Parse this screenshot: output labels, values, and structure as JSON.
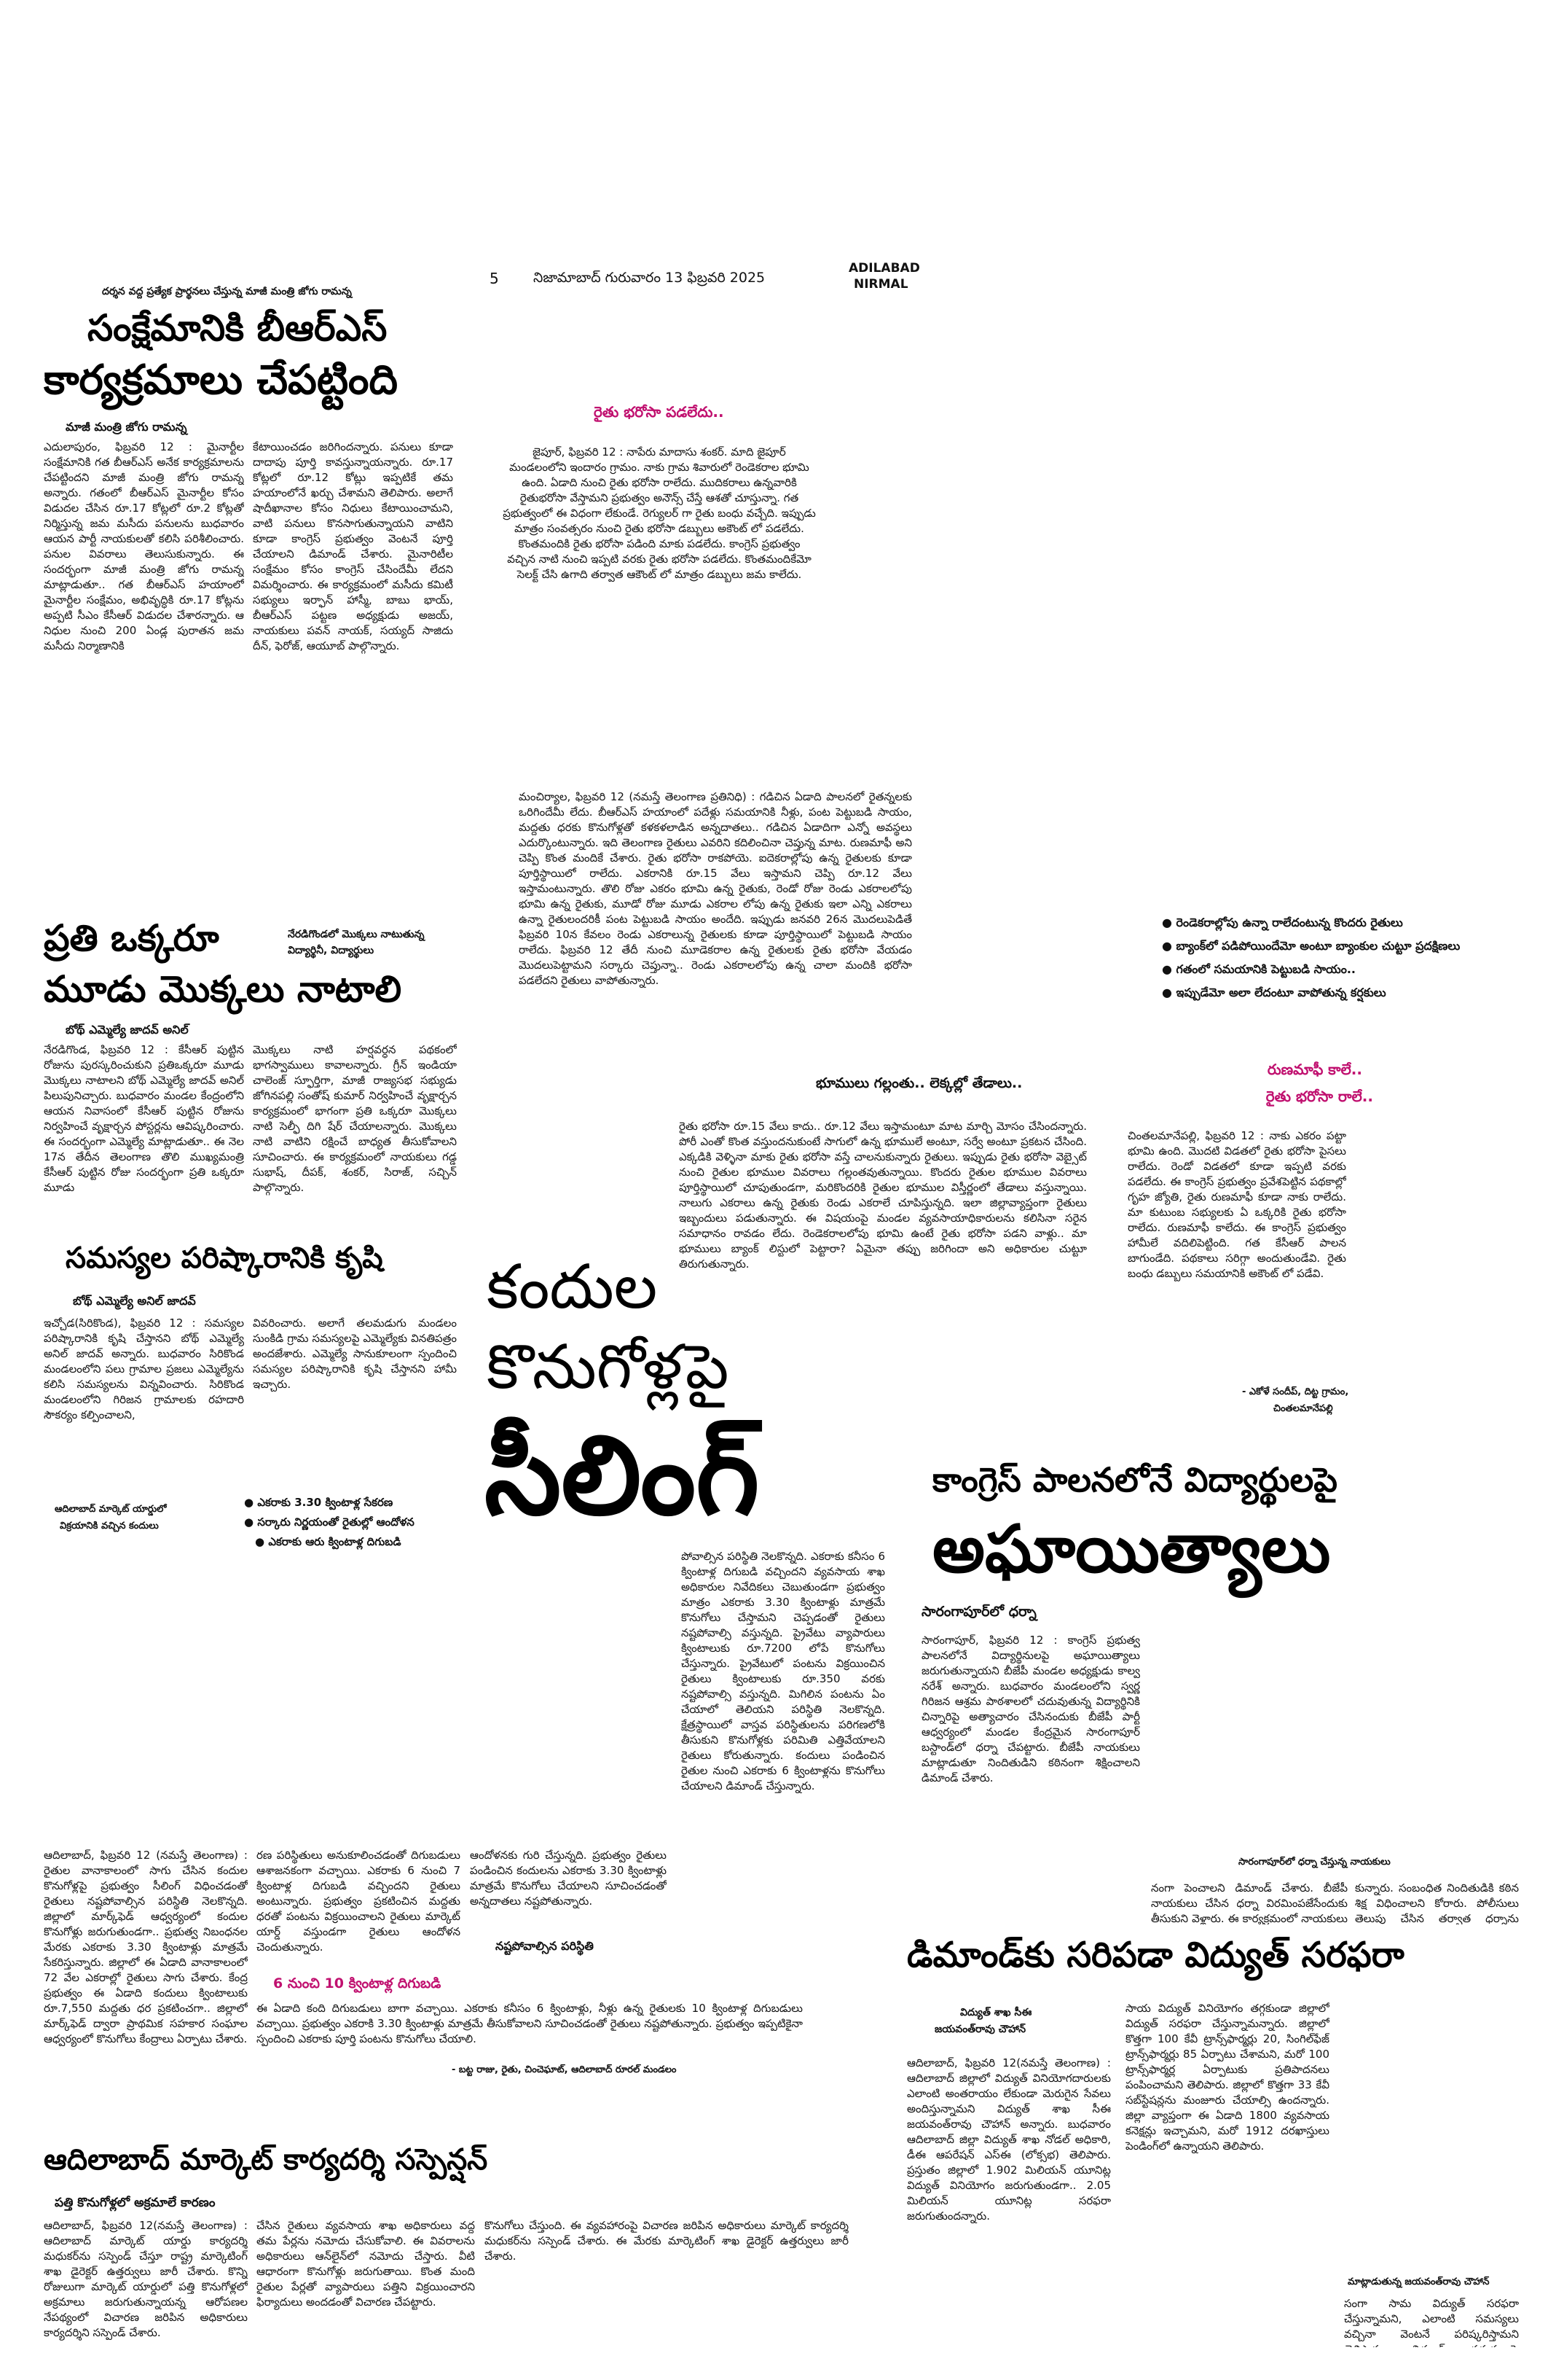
{
  "masthead": {
    "page_no": "5",
    "date_line": "నిజామాబాద్ గురువారం 13 ఫిబ్రవరి 2025",
    "edition_line1": "ADILABAD",
    "edition_line2": "NIRMAL"
  },
  "story1": {
    "kicker": "దర్శన వద్ద ప్రత్యేక ప్రార్థనలు చేస్తున్న మాజీ మంత్రి జోగు రామన్న",
    "headline1": "సంక్షేమానికి బీఆర్ఎస్",
    "headline2": "కార్యక్రమాలు చేపట్టింది",
    "byline": "మాజీ మంత్రి జోగు రామన్న",
    "col1": "ఎదులాపురం, ఫిబ్రవరి 12 : మైనార్టీల సంక్షేమానికి గత బీఆర్ఎస్ అనేక కార్యక్రమాలను చేపట్టిందని మాజీ మంత్రి జోగు రామన్న అన్నారు. గతంలో బీఆర్ఎస్ మైనార్టీల కోసం విడుదల చేసిన రూ.17 కోట్లలో రూ.2 కోట్లతో నిర్మిస్తున్న జమ మసీదు పనులను బుధవారం ఆయన పార్టీ నాయకులతో కలిసి పరిశీలించారు. పనుల వివరాలు తెలుసుకున్నారు. ఈ సందర్భంగా మాజీ మంత్రి జోగు రామన్న మాట్లాడుతూ.. గత బీఆర్ఎస్ హయాంలో మైనార్టీల సంక్షేమం, అభివృద్ధికి రూ.17 కోట్లను అప్పటి సీఎం కేసీఆర్ విడుదల చేశారన్నారు. ఆ నిధుల నుంచి 200 ఏండ్ల పురాతన జమ మసీదు నిర్మాణానికి",
    "col2": "కేటాయించడం జరిగిందన్నారు. పనులు కూడా దాదాపు పూర్తి కావస్తున్నాయన్నారు. రూ.17 కోట్లలో రూ.12 కోట్లు ఇప్పటికే తమ హయాంలోనే ఖర్చు చేశామని తెలిపారు. అలాగే షాదీఖానాల కోసం నిధులు కేటాయించామని, వాటి పనులు కొనసాగుతున్నాయని వాటిని కూడా కాంగ్రెస్ ప్రభుత్వం వెంటనే పూర్తి చేయాలని డిమాండ్ చేశారు. మైనారిటీల సంక్షేమం కోసం కాంగ్రెస్ చేసిందేమీ లేదని విమర్శించారు. ఈ కార్యక్రమంలో మసీదు కమిటీ సభ్యులు ఇర్ఫాన్ హాస్మీ, బాబు భాయ్, బీఆర్ఎస్ పట్టణ అధ్యక్షుడు అజయ్, నాయకులు పవన్ నాయక్, సయ్యద్ సాజిదు దీన్, ఫెరోజ్, ఆయూబ్ పాల్గొన్నారు."
  },
  "story2": {
    "kicker": "రైతు భరోసా పడలేదు..",
    "body": "జైపూర్, ఫిబ్రవరి 12 : నాపేరు మాదాసు శంకర్. మాది జైపూర్ మండలంలోని ఇందారం గ్రామం. నాకు గ్రామ శివారులో రెండెకరాల భూమి ఉంది. ఏడాది నుంచి రైతు భరోసా రాలేదు. ముదికరాలు ఉన్నవారికి రైతుభరోసా వేస్తామని ప్రభుత్వం అనౌన్స్ చేస్తే ఆశతో చూస్తున్నా. గత ప్రభుత్వంలో ఈ విధంగా లేకుండే. రెగ్యులర్ గా రైతు బంధు వచ్చేది. ఇప్పుడు మాత్రం సంవత్సరం నుంచి రైతు భరోసా డబ్బులు అకౌంట్ లో పడలేదు. కొంతమందికి రైతు భరోసా పడింది మాకు పడలేదు. కాంగ్రెస్ ప్రభుత్వం వచ్చిన నాటి నుంచి ఇప్పటి వరకు రైతు భరోసా పడలేదు. కొంతమందికేమో సెలక్ట్ చేసి ఉగాది తర్వాత ఆకౌంట్ లో మాత్రం డబ్బులు జమ కాలేదు."
  },
  "story3": {
    "body": "మంచిర్యాల, ఫిబ్రవరి 12 (నమస్తే తెలంగాణ ప్రతినిధి) : గడిచిన ఏడాది పాలనలో రైతన్నలకు ఒరిగిందేమీ లేదు. బీఆర్ఎస్ హయాంలో పదేళ్లు సమయానికి నీళ్లు, పంట పెట్టుబడి సాయం, మద్దతు ధరకు కొనుగోళ్లతో కళకళలాడిన అన్నదాతలు.. గడిచిన ఏడాదిగా ఎన్నో అవస్థలు ఎదుర్కొంటున్నారు. ఇది తెలంగాణ రైతులు ఎవరిని కదిలించినా చెప్తున్న మాట. రుణమాఫీ అని చెప్పి కొంత మందికే చేశారు. రైతు భరోసా రాకపోయె. ఐదెకరాల్లోపు ఉన్న రైతులకు కూడా పూర్తిస్థాయిలో రాలేదు. ఎకరానికి రూ.15 వేలు ఇస్తామని చెప్పి రూ.12 వేలు ఇస్తామంటున్నారు. తొలి రోజు ఎకరం భూమి ఉన్న రైతుకు, రెండో రోజు రెండు ఎకరాలలోపు భూమి ఉన్న రైతుకు, మూడో రోజు మూడు ఎకరాల లోపు ఉన్న రైతుకు ఇలా ఎన్ని ఎకరాలు ఉన్నా రైతులందరికీ పంట పెట్టుబడి సాయం అందేది. ఇప్పుడు జనవరి 26న మొదలుపెడితే ఫిబ్రవరి 10న కేవలం రెండు ఎకరాలున్న రైతులకు కూడా పూర్తిస్థాయిలో పెట్టుబడి సాయం రాలేదు. ఫిబ్రవరి 12 తేదీ నుంచి మూడెకరాల ఉన్న రైతులకు రైతు భరోసా వేయడం మొదలుపెట్టామని సర్కారు చెప్తున్నా.. రెండు ఎకరాలలోపు ఉన్న చాలా మందికి భరోసా పడలేదని రైతులు వాపోతున్నారు."
  },
  "bullets_right": {
    "items": [
      "రెండెకరాల్లోపు ఉన్నా రాలేదంటున్న కొందరు రైతులు",
      "బ్యాంక్‌లో పడిపోయిందేమో అంటూ బ్యాంకుల చుట్టూ ప్రదక్షిణలు",
      "గతంలో సమయానికి పెట్టుబడి సాయం..",
      "ఇప్పుడేమో అలా లేదంటూ వాపోతున్న కర్షకులు"
    ]
  },
  "story3b": {
    "subhead": "భూములు గల్లంతు.. లెక్కల్లో తేడాలు..",
    "body": "రైతు భరోసా రూ.15 వేలు కాదు.. రూ.12 వేలు ఇస్తామంటూ మాట మార్చి మోసం చేసిందన్నారు. పోరీ ఎంతో కొంత వస్తుందనుకుంటే సాగులో ఉన్న భూములే అంటూ, సర్వే అంటూ ప్రకటన చేసింది. ఎక్కడికి వెళ్ళినా మాకు రైతు భరోసా వస్తే చాలనుకున్నారు రైతులు. ఇప్పుడు రైతు భరోసా వెబ్సైట్ నుంచి రైతుల భూముల వివరాలు గల్లంతవుతున్నాయి. కొందరు రైతుల భూముల వివరాలు పూర్తిస్థాయిలో చూపుతుండగా, మరికొందరికి రైతుల భూముల విస్తీర్ణంలో తేడాలు వస్తున్నాయి. నాలుగు ఎకరాలు ఉన్న రైతుకు రెండు ఎకరాలే చూపిస్తున్నది. ఇలా జిల్లావ్యాప్తంగా రైతులు ఇబ్బందులు పడుతున్నారు. ఈ విషయంపై మండల వ్యవసాయాధికారులను కలిసినా సరైన సమాధానం రావడం లేదు. రెండెకరాలలోపు భూమి ఉంటే రైతు భరోసా పడని వాళ్లు.. మా భూములు బ్యాంక్ లిస్టులో పెట్టారా? ఏమైనా తప్పు జరిగిందా అని అధికారుల చుట్టూ తిరుగుతున్నారు."
  },
  "story3c": {
    "kicker1": "రుణమాఫీ కాలే..",
    "kicker2": "రైతు భరోసా రాలే..",
    "body": "చింతలమానేపల్లి, ఫిబ్రవరి 12 : నాకు ఎకరం పట్టా భూమి ఉంది. మొదటి విడతలో రైతు భరోసా పైసలు రాలేదు. రెండో విడతలో కూడా ఇప్పటి వరకు పడలేదు. ఈ కాంగ్రెస్ ప్రభుత్వం ప్రవేశపెట్టిన పథకాల్లో గృహ జ్యోతి, రైతు రుణమాఫీ కూడా నాకు రాలేదు. మా కుటుంబ సభ్యులకు ఏ ఒక్కరికి రైతు భరోసా రాలేదు. రుణమాఫీ కాలేదు. ఈ కాంగ్రెస్ ప్రభుత్వం హామీలే వదిలిపెట్టింది. గత కేసీఆర్ పాలన బాగుండేది. పథకాలు సరిగ్గా అందుతుండేవి. రైతు బంధు డబ్బులు సమయానికి అకౌంట్ లో పడేవి.",
    "sig1": "- ఎకోళే సందీప్, దిట్ట గ్రామం,",
    "sig2": "చింతలమానేపల్లి"
  },
  "story4": {
    "kicker_a": "నేరడిగొండలో మొక్కలు నాటుతున్న",
    "kicker_b": "విద్యార్థినీ, విద్యార్థులు",
    "headline1": "ప్రతి ఒక్కరూ",
    "headline2": "మూడు మొక్కలు నాటాలి",
    "byline": "బోథ్ ఎమ్మెల్యే జాదవ్ అనిల్",
    "col1": "నేరడిగొండ, ఫిబ్రవరి 12 : కేసీఆర్ పుట్టిన రోజును పురస్కరించుకుని ప్రతిఒక్కరూ మూడు మొక్కలు నాటాలని బోథ్ ఎమ్మెల్యే జాదవ్ అనిల్ పిలుపునిచ్చారు. బుధవారం మండల కేంద్రంలోని ఆయన నివాసంలో కేసీఆర్ పుట్టిన రోజును నిర్వహించే వృక్షార్చన పోస్టర్లను ఆవిష్కరించారు. ఈ సందర్భంగా ఎమ్మెల్యే మాట్లాడుతూ.. ఈ నెల 17న తేదీన తెలంగాణ తొలి ముఖ్యమంత్రి కేసీఆర్ పుట్టిన రోజు సందర్భంగా ప్రతి ఒక్కరూ మూడు",
    "col2": "మొక్కలు నాటి హర్షవర్ధన పథకంలో భాగస్వాములు కావాలన్నారు. గ్రీన్ ఇండియా చాలెంజ్ స్ఫూర్తిగా, మాజీ రాజ్యసభ సభ్యుడు జోగినపల్లి సంతోష్ కుమార్ నిర్వహించే వృక్షార్చన కార్యక్రమంలో భాగంగా ప్రతి ఒక్కరూ మొక్కలు నాటి సెల్ఫీ దిగి షేర్ చేయాలన్నారు. మొక్కలు నాటి వాటిని రక్షించే బాధ్యత తీసుకోవాలని సూచించారు. ఈ కార్యక్రమంలో నాయకులు గడ్డ సుభాష్, దీపక్, శంకర్, సిరాజ్, సచ్చిన్ పాల్గొన్నారు."
  },
  "story5": {
    "headline": "సమస్యల పరిష్కారానికి కృషి",
    "byline": "బోథ్ ఎమ్మెల్యే అనిల్ జాదవ్",
    "col1": "ఇచ్చోడ(సిరికొండ), ఫిబ్రవరి 12 : సమస్యల పరిష్కారానికి కృషి చేస్తానని బోథ్ ఎమ్మెల్యే అనిల్ జాదవ్ అన్నారు. బుధవారం సిరికొండ మండలంలోని పలు గ్రామాల ప్రజలు ఎమ్మెల్యేను కలిసి సమస్యలను విన్నవించారు. సిరికొండ మండలంలోని గిరిజన గ్రామాలకు రహదారి సౌకర్యం కల్పించాలని,",
    "col2": "వివరించారు. అలాగే తలమడుగు మండలం సుంకిడి గ్రామ సమస్యలపై ఎమ్మెల్యేకు వినతిపత్రం అందజేశారు. ఎమ్మెల్యే సానుకూలంగా స్పందించి సమస్యల పరిష్కారానికి కృషి చేస్తానని హామీ ఇచ్చారు."
  },
  "story6": {
    "photo_caption1": "ఆదిలాబాద్ మార్కెట్ యార్డులో",
    "photo_caption2": "విక్రయానికి వచ్చిన కందులు",
    "bullets": [
      "ఎకరాకు 3.30 క్వింటాళ్ల సేకరణ",
      "సర్కారు నిర్ణయంతో రైతుల్లో ఆందోళన",
      "ఎకరాకు ఆరు క్వింటాళ్ల దిగుబడి"
    ],
    "headline1": "కందుల",
    "headline2": "కొనుగోళ్లపై",
    "headline3": "సీలింగ్",
    "col_right": "పోవాల్సిన పరిస్థితి నెలకొన్నది. ఎకరాకు కనీసం 6 క్వింటాళ్ల దిగుబడి వచ్చిందని వ్యవసాయ శాఖ అధికారుల నివేదికలు చెబుతుండగా ప్రభుత్వం మాత్రం ఎకరాకు 3.30 క్వింటాళ్లు మాత్రమే కొనుగోలు చేస్తామని చెప్పడంతో రైతులు నష్టపోవాల్సి వస్తున్నది. ప్రైవేటు వ్యాపారులు క్వింటాలుకు రూ.7200 లోపే కొనుగోలు చేస్తున్నారు. ప్రైవేటులో పంటను విక్రయించిన రైతులు క్వింటాలుకు రూ.350 వరకు నష్టపోవాల్సి వస్తున్నది. మిగిలిన పంటను ఏం చేయాలో తెలియని పరిస్థితి నెలకొన్నది. క్షేత్రస్థాయిలో వాస్తవ పరిస్థితులను పరిగణలోకి తీసుకుని కొనుగోళ్లకు పరిమితి ఎత్తివేయాలని రైతులు కోరుతున్నారు. కందులు పండించిన రైతుల నుంచి ఎకరాకు 6 క్వింటాళ్లను కొనుగోలు చేయాలని డిమాండ్ చేస్తున్నారు.",
    "col_a": "ఆదిలాబాద్, ఫిబ్రవరి 12 (నమస్తే తెలంగాణ) : రైతుల వానాకాలంలో సాగు చేసిన కందుల కొనుగోళ్లపై ప్రభుత్వం సీలింగ్ విధించడంతో రైతులు నష్టపోవాల్సిన పరిస్థితి నెలకొన్నది. జిల్లాలో మార్క్‌ఫెడ్ ఆధ్వర్యంలో కందుల కొనుగోళ్లు జరుగుతుండగా.. ప్రభుత్వ నిబంధనల మేరకు ఎకరాకు 3.30 క్వింటాళ్లు మాత్రమే సేకరిస్తున్నారు. జిల్లాలో ఈ ఏడాది వానాకాలంలో 72 వేల ఎకరాల్లో రైతులు సాగు చేశారు. కేంద్ర ప్రభుత్వం ఈ ఏడాది కందులు క్వింటాలుకు రూ.7,550 మద్దతు ధర ప్రకటించగా.. జిల్లాలో మార్క్‌ఫెడ్ ద్వారా ప్రాథమిక సహకార సంఘాల ఆధ్వర్యంలో కొనుగోలు కేంద్రాలు ఏర్పాటు చేశారు.",
    "col_b": "రణ పరిస్థితులు అనుకూలించడంతో దిగుబడులు ఆశాజనకంగా వచ్చాయి. ఎకరాకు 6 నుంచి 7 క్వింటాళ్ల దిగుబడి వచ్చిందని రైతులు అంటున్నారు. ప్రభుత్వం ప్రకటించిన మద్దతు ధరతో పంటను విక్రయించాలని రైతులు మార్కెట్ యార్డ్ వస్తుండగా రైతులు ఆందోళన చెందుతున్నారు.",
    "col_c": "ఆందోళనకు గురి చేస్తున్నది. ప్రభుత్వం రైతులు పండించిన కందులను ఎకరాకు 3.30 క్వింటాళ్లు మాత్రమే కొనుగోలు చేయాలని సూచించడంతో అన్నదాతలు నష్టపోతున్నారు.",
    "subhead_mid": "నష్టపోవాల్సిన పరిస్థితి",
    "subhead_mag": "6 నుంచి 10 క్వింటాళ్ల దిగుబడి",
    "quote": "ఈ ఏడాది కంది దిగుబడులు బాగా వచ్చాయి. ఎకరాకు కనీసం 6 క్వింటాళ్లు, నీళ్లు ఉన్న రైతులకు 10 క్వింటాళ్ల దిగుబడులు వచ్చాయి. ప్రభుత్వం ఎకరాకి 3.30 క్వింటాళ్లు మాత్రమే తీసుకోవాలని సూచించడంతో రైతులు నష్టపోతున్నారు. ప్రభుత్వం ఇప్పటికైనా స్పందించి ఎకరాకు పూర్తి పంటను కొనుగోలు చేయాలి.",
    "quote_sig": "- బట్ట రాజు, రైతు, చించెఘాట్, ఆదిలాబాద్ రూరల్ మండలం"
  },
  "story7": {
    "headline1": "కాంగ్రెస్ పాలనలోనే విద్యార్థులపై",
    "headline2": "అఘాయిత్యాలు",
    "byline": "సారంగాపూర్‌లో ధర్నా",
    "col1": "సారంగాపూర్, ఫిబ్రవరి 12 : కాంగ్రెస్ ప్రభుత్వ పాలనలోనే విద్యార్థినులపై అఘాయిత్యాలు జరుగుతున్నాయని బీజేపీ మండల అధ్యక్షుడు కాల్వ నరేశ్ అన్నారు. బుధవారం మండలంలోని స్వర్ణ గిరిజన ఆశ్రమ పాఠశాలలో చదువుతున్న విద్యార్థినికి చిన్నారిపై అత్యాచారం చేసినందుకు బీజేపీ పార్టీ ఆధ్వర్యంలో మండల కేంద్రమైన సారంగాపూర్ బస్టాండ్‌లో ధర్నా చేపట్టారు. బీజేపీ నాయకులు మాట్లాడుతూ నిందితుడిని కఠినంగా శిక్షించాలని డిమాండ్ చేశారు.",
    "photo_caption": "సారంగాపూర్‌లో ధర్నా చేస్తున్న నాయకులు",
    "col2": "నంగా పెంచాలని డిమాండ్ చేశారు. బీజేపీ నాయకులు చేసిన ధర్నా విరమింపజేసేందుకు తీసుకుని వెళ్లారు. ఈ కార్యక్రమంలో నాయకులు పాల్గొన్నారు.",
    "col3": "కున్నారు. సంబంధిత నిందితుడికి కఠిన శిక్ష విధించాలని కోరారు. పోలీసులు తెలుపు చేసిన తర్వాత ధర్నాను విరమించారు."
  },
  "story8": {
    "headline": "డిమాండ్‌కు సరిపడా విద్యుత్ సరఫరా",
    "byline1": "విద్యుత్ శాఖ సీఈ",
    "byline2": "జయవంత్‌రావు చౌహాన్",
    "col1": "ఆదిలాబాద్, ఫిబ్రవరి 12(నమస్తే తెలంగాణ) : ఆదిలాబాద్ జిల్లాలో విద్యుత్ వినియోగదారులకు ఎలాంటి అంతరాయం లేకుండా మెరుగైన సేవలు అందిస్తున్నామని విద్యుత్ శాఖ సీఈ జయవంత్‌రావు చౌహాన్ అన్నారు. బుధవారం ఆదిలాబాద్ జిల్లా విద్యుత్ శాఖ నోడల్ అధికారి, డీఈ ఆపరేషన్ ఎస్ఈ (లోక్సభ) తెలిపారు. ప్రస్తుతం జిల్లాలో 1.902 మిలియన్ యూనిట్ల విద్యుత్ వినియోగం జరుగుతుండగా.. 2.05 మిలియన్ యూనిట్ల సరఫరా జరుగుతుందన్నారు.",
    "col2": "సాయ విద్యుత్ వినియోగం తగ్గకుండా జిల్లాలో విద్యుత్ సరఫరా చేస్తున్నామన్నారు. జిల్లాలో కొత్తగా 100 కేవీ ట్రాన్స్‌ఫార్మర్లు 20, సింగిల్‌ఫేజ్ ట్రాన్స్‌ఫార్మర్లు 85 ఏర్పాటు చేశామని, మరో 100 ట్రాన్స్‌ఫార్మర్ల ఏర్పాటుకు ప్రతిపాదనలు పంపించామని తెలిపారు. జిల్లాలో కొత్తగా 33 కేవీ సబ్‌స్టేషన్లను మంజూరు చేయాల్సి ఉందన్నారు. జిల్లా వ్యాప్తంగా ఈ ఏడాది 1800 వ్యవసాయ కనెక్షన్లు ఇచ్చామని, మరో 1912 దరఖాస్తులు పెండింగ్‌లో ఉన్నాయని తెలిపారు.",
    "photo_caption": "మాట్లాడుతున్న జయవంత్‌రావు చౌహాన్",
    "col3": "సంగా సామ విద్యుత్ సరఫరా చేస్తున్నామని, ఎలాంటి సమస్యలు వచ్చినా వెంటనే పరిష్కరిస్తామని తెలిపారు. విద్యుత్ సమస్యలపై వినియోగదారులు టోల్ ఫ్రీ నంబర్‌కు కాల్ చేసి ఫిర్యాదు చేయవచ్చని సూచించారు."
  },
  "story9": {
    "headline": "ఆదిలాబాద్ మార్కెట్ కార్యదర్శి సస్పెన్షన్",
    "subhead": "పత్తి కొనుగోళ్లలో అక్రమాలే కారణం",
    "col1": "ఆదిలాబాద్, ఫిబ్రవరి 12(నమస్తే తెలంగాణ) : ఆదిలాబాద్ మార్కెట్ యార్డు కార్యదర్శి మధుకర్‌ను సస్పెండ్ చేస్తూ రాష్ట్ర మార్కెటింగ్ శాఖ డైరెక్టర్ ఉత్తర్వులు జారీ చేశారు. కొన్ని రోజులుగా మార్కెట్ యార్డులో పత్తి కొనుగోళ్లలో అక్రమాలు జరుగుతున్నాయన్న ఆరోపణల నేపథ్యంలో విచారణ జరిపిన అధికారులు కార్యదర్శిని సస్పెండ్ చేశారు.",
    "col2": "చేసిన రైతులు వ్యవసాయ శాఖ అధికారులు వద్ద తమ పేర్లను నమోదు చేసుకోవాలి. ఈ వివరాలను అధికారులు ఆన్‌లైన్‌లో నమోదు చేస్తారు. వీటి ఆధారంగా కొనుగోళ్లు జరుగుతాయి. కొంత మంది రైతుల పేర్లతో వ్యాపారులు పత్తిని విక్రయించారని ఫిర్యాదులు అందడంతో విచారణ చేపట్టారు.",
    "col3": "కొనుగోలు చేస్తుంది. ఈ వ్యవహారంపై విచారణ జరిపిన అధికారులు మార్కెట్ కార్యదర్శి మధుకర్‌ను సస్పెండ్ చేశారు. ఈ మేరకు మార్కెటింగ్ శాఖ డైరెక్టర్ ఉత్తర్వులు జారీ చేశారు."
  },
  "colors": {
    "accent": "#c0106f",
    "text": "#111111"
  }
}
